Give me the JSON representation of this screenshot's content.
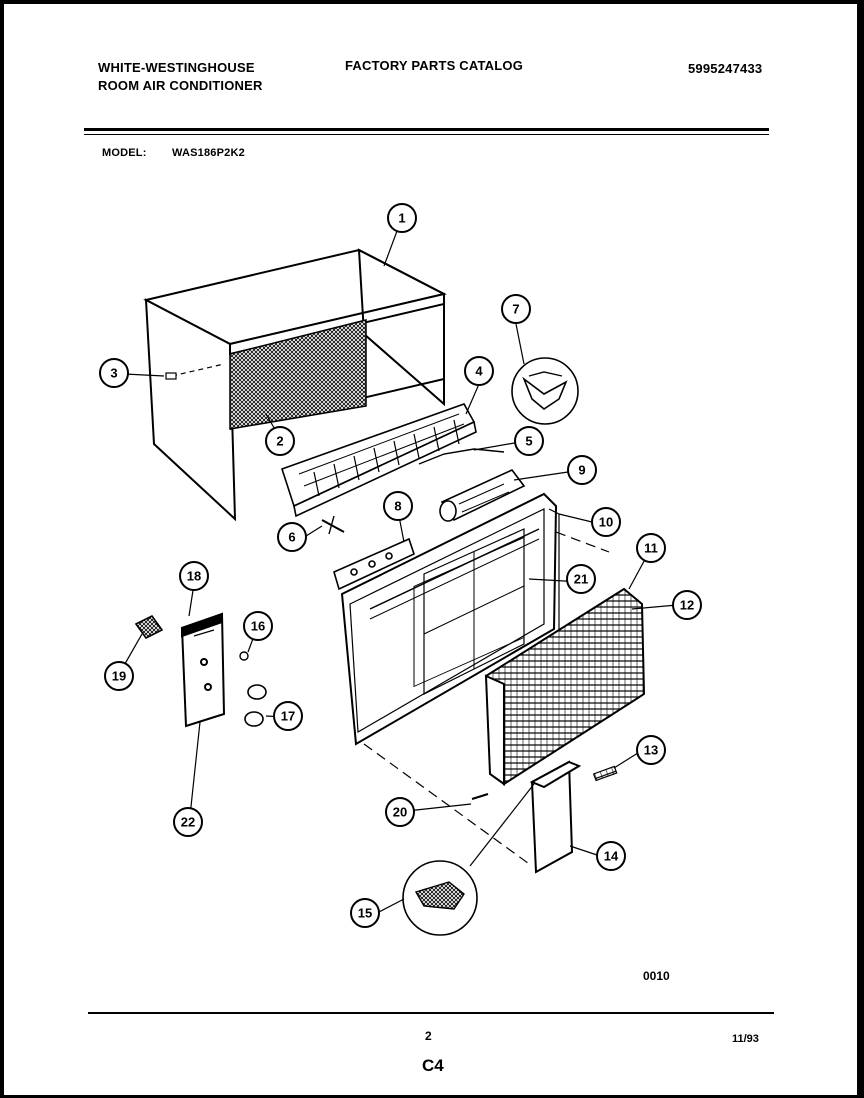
{
  "header": {
    "brand_line1": "WHITE-WESTINGHOUSE",
    "brand_line2": "ROOM AIR CONDITIONER",
    "catalog_title": "FACTORY PARTS CATALOG",
    "catalog_number": "5995247433",
    "model_label": "MODEL:",
    "model_value": "WAS186P2K2"
  },
  "diagram": {
    "callouts": [
      "1",
      "2",
      "3",
      "4",
      "5",
      "6",
      "7",
      "8",
      "9",
      "10",
      "11",
      "12",
      "13",
      "14",
      "15",
      "16",
      "17",
      "18",
      "19",
      "20",
      "21",
      "22"
    ],
    "figure_code": "0010"
  },
  "footer": {
    "page_number": "2",
    "date": "11/93",
    "section_code": "C4"
  },
  "colors": {
    "ink": "#000000",
    "paper": "#ffffff"
  }
}
